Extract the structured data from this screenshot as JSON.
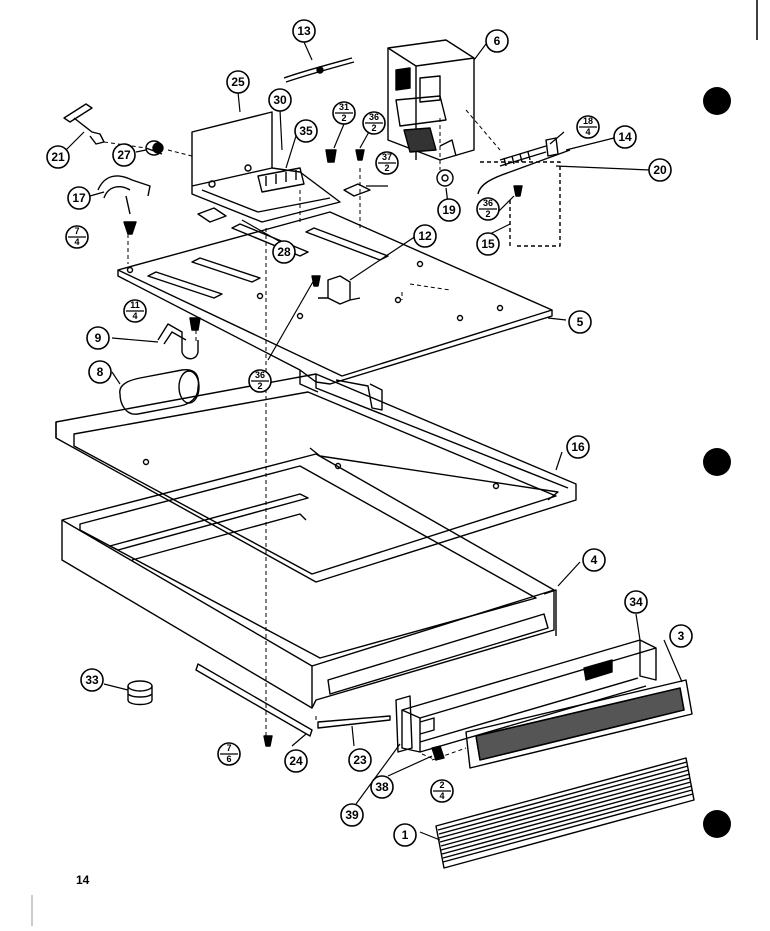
{
  "page_number": "14",
  "callouts": [
    {
      "name": "callout-13",
      "label": "13"
    },
    {
      "name": "callout-6",
      "label": "6"
    },
    {
      "name": "callout-25",
      "label": "25"
    },
    {
      "name": "callout-30",
      "label": "30"
    },
    {
      "name": "callout-35",
      "label": "35"
    },
    {
      "name": "callout-21",
      "label": "21"
    },
    {
      "name": "callout-27",
      "label": "27"
    },
    {
      "name": "callout-17",
      "label": "17"
    },
    {
      "name": "callout-28",
      "label": "28"
    },
    {
      "name": "callout-12",
      "label": "12"
    },
    {
      "name": "callout-14",
      "label": "14"
    },
    {
      "name": "callout-20",
      "label": "20"
    },
    {
      "name": "callout-19",
      "label": "19"
    },
    {
      "name": "callout-15",
      "label": "15"
    },
    {
      "name": "callout-5",
      "label": "5"
    },
    {
      "name": "callout-9",
      "label": "9"
    },
    {
      "name": "callout-8",
      "label": "8"
    },
    {
      "name": "callout-16",
      "label": "16"
    },
    {
      "name": "callout-4",
      "label": "4"
    },
    {
      "name": "callout-34",
      "label": "34"
    },
    {
      "name": "callout-3",
      "label": "3"
    },
    {
      "name": "callout-33",
      "label": "33"
    },
    {
      "name": "callout-24",
      "label": "24"
    },
    {
      "name": "callout-23",
      "label": "23"
    },
    {
      "name": "callout-39",
      "label": "39"
    },
    {
      "name": "callout-38",
      "label": "38"
    },
    {
      "name": "callout-1",
      "label": "1"
    }
  ],
  "fraction_callouts": [
    {
      "name": "callout-31-2",
      "top": "31",
      "bottom": "2"
    },
    {
      "name": "callout-36-2-top",
      "top": "36",
      "bottom": "2"
    },
    {
      "name": "callout-37-2",
      "top": "37",
      "bottom": "2"
    },
    {
      "name": "callout-18-4",
      "top": "18",
      "bottom": "4"
    },
    {
      "name": "callout-36-2-right",
      "top": "36",
      "bottom": "2"
    },
    {
      "name": "callout-7-4",
      "top": "7",
      "bottom": "4"
    },
    {
      "name": "callout-11-4",
      "top": "11",
      "bottom": "4"
    },
    {
      "name": "callout-36-2-center",
      "top": "36",
      "bottom": "2"
    },
    {
      "name": "callout-7-6",
      "top": "7",
      "bottom": "6"
    },
    {
      "name": "callout-2-4",
      "top": "2",
      "bottom": "4"
    }
  ]
}
